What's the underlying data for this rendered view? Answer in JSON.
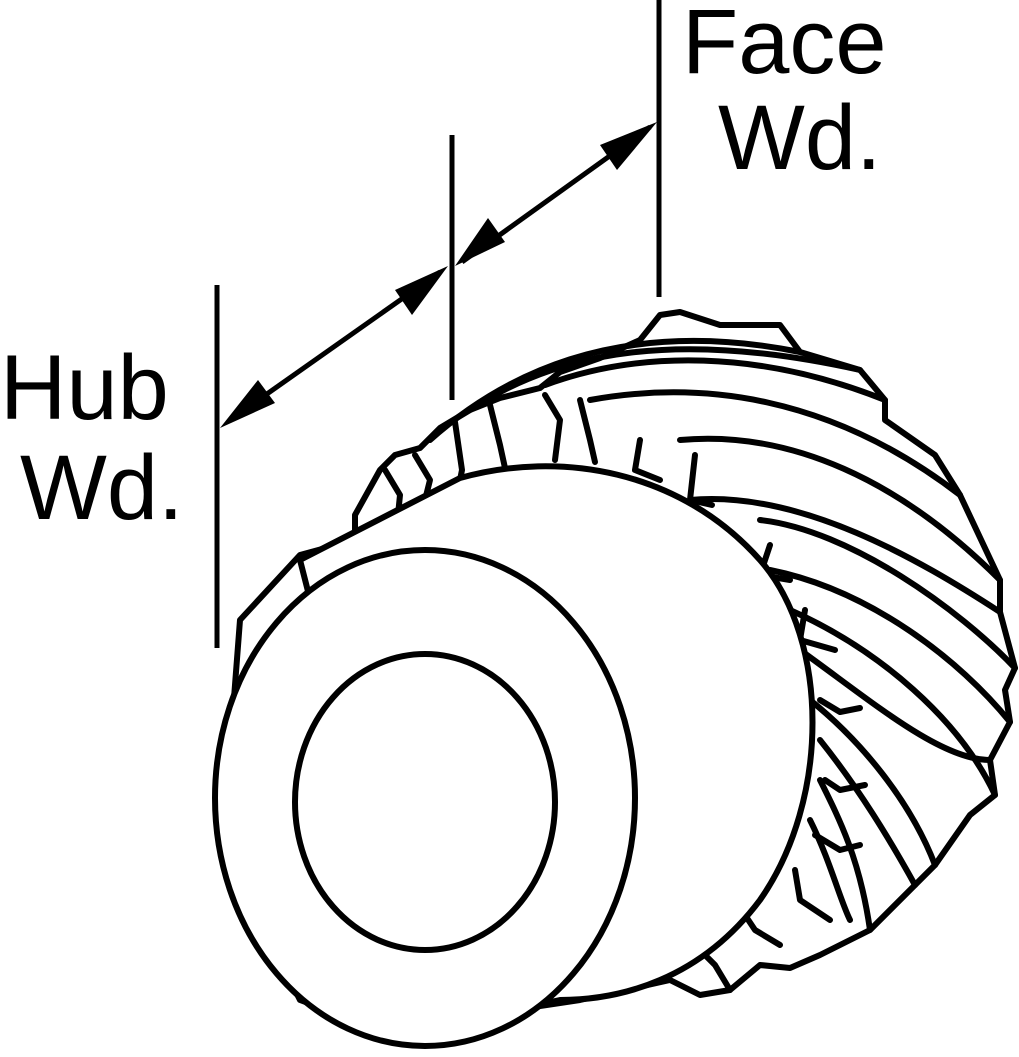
{
  "labels": {
    "hub_width": [
      "Hub",
      "Wd."
    ],
    "face_width": [
      "Face",
      "Wd."
    ]
  },
  "colors": {
    "ink": "#000000",
    "background": "#ffffff"
  }
}
